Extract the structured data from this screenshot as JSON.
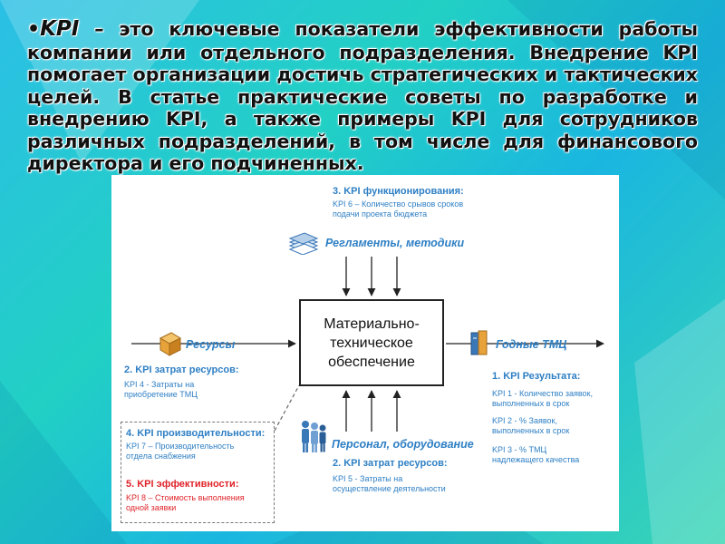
{
  "slide": {
    "bullet": "•",
    "lead": "KPI",
    "body": " – это ключевые показатели эффективности работы компании или отдельного подразделения. Внедрение KPI помогает организации достичь стратегических и тактических целей. В статье практические советы по разработке и внедрению KPI, а также примеры KPI для сотрудников различных подразделений, в том числе для финансового директора и его подчиненных."
  },
  "diagram": {
    "center_label": "Материально-\nтехническое\nобеспечение",
    "top": {
      "heading": "3. KPI функционирования:",
      "line1": "KPI 6 – Количество срывов сроков",
      "line2": "подачи проекта бюджета",
      "flow_label": "Регламенты, методики"
    },
    "left": {
      "flow_label": "Ресурсы",
      "heading": "2. KPI затрат ресурсов:",
      "line1": "KPI 4 - Затраты на",
      "line2": "приобретение ТМЦ"
    },
    "right": {
      "flow_label": "Годные ТМЦ",
      "heading": "1. KPI Результата:",
      "items": [
        {
          "line1": "KPI 1 - Количество заявок,",
          "line2": "выполненных в срок"
        },
        {
          "line1": "KPI 2 - % Заявок,",
          "line2": "выполненных в срок"
        },
        {
          "line1": "KPI 3  - % ТМЦ",
          "line2": "надлежащего качества"
        }
      ]
    },
    "bottom": {
      "flow_label": "Персонал, оборудование",
      "heading": "2. KPI затрат ресурсов:",
      "line1": "KPI 5 - Затраты на",
      "line2": "осуществление деятельности"
    },
    "dashed_box": {
      "heading1": "4. KPI производительности:",
      "line1a": "KPI 7 – Производительность",
      "line1b": "отдела снабжения",
      "heading2": "5. KPI эффективности:",
      "line2a": "KPI 8 – Стоимость выполнения",
      "line2b": "одной заявки"
    },
    "icons": [
      "documents-stack-icon",
      "box-icon",
      "books-icon",
      "people-icon"
    ],
    "colors": {
      "blue": "#2e7fc4",
      "red": "#e0232a",
      "icon_blue": "#3b78b8",
      "icon_orange": "#e8a23a"
    }
  }
}
